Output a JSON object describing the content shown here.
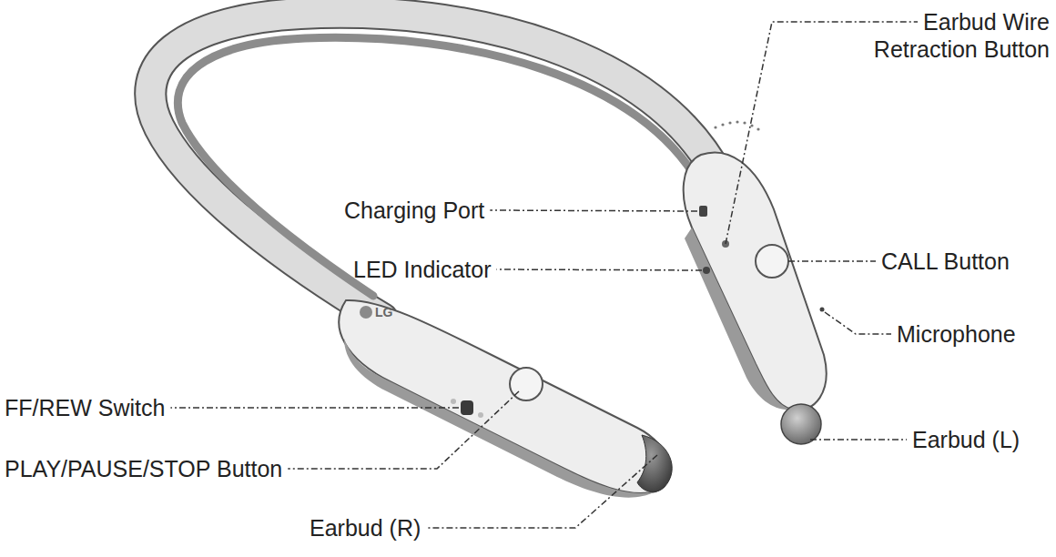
{
  "diagram": {
    "labels": [
      "Earbud Wire Retraction Button",
      "Charging Port",
      "LED Indicator",
      "CALL Button",
      "Microphone",
      "Earbud (L)",
      "FF/REW Switch",
      "PLAY/PAUSE/STOP Button",
      "Earbud (R)",
      "LG"
    ]
  }
}
